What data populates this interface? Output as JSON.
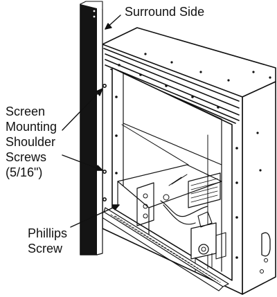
{
  "labels": {
    "surround_side": "Surround Side",
    "screen_mounting_shoulder_screws": [
      "Screen",
      "Mounting",
      "Shoulder",
      "Screws",
      "(5/16\")"
    ],
    "phillips_screw": [
      "Phillips",
      "Screw"
    ]
  },
  "colors": {
    "line": "#111111",
    "panel_black": "#141414",
    "background": "#ffffff"
  }
}
